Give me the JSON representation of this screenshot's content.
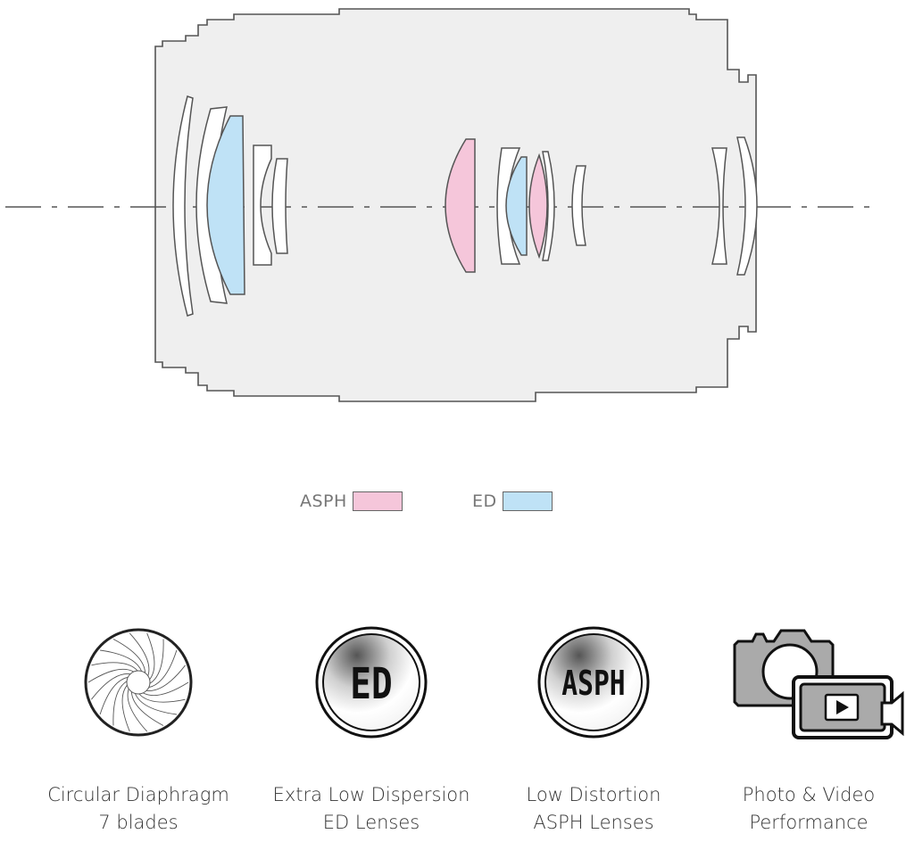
{
  "legend": {
    "asph": {
      "label": "ASPH",
      "color": "#f5c6da"
    },
    "ed": {
      "label": "ED",
      "color": "#bfe2f6"
    }
  },
  "colors": {
    "barrel_fill": "#efefef",
    "barrel_stroke": "#555555",
    "element_plain": "#ffffff"
  },
  "features": [
    {
      "icon": "aperture-icon",
      "line1": "Circular Diaphragm",
      "line2": "7 blades"
    },
    {
      "icon": "ed-badge-icon",
      "badge": "ED",
      "line1": "Extra Low Dispersion",
      "line2": "ED Lenses"
    },
    {
      "icon": "asph-badge-icon",
      "badge": "ASPH",
      "line1": "Low Distortion",
      "line2": "ASPH Lenses"
    },
    {
      "icon": "photo-video-icon",
      "line1": "Photo & Video",
      "line2": "Performance"
    }
  ]
}
